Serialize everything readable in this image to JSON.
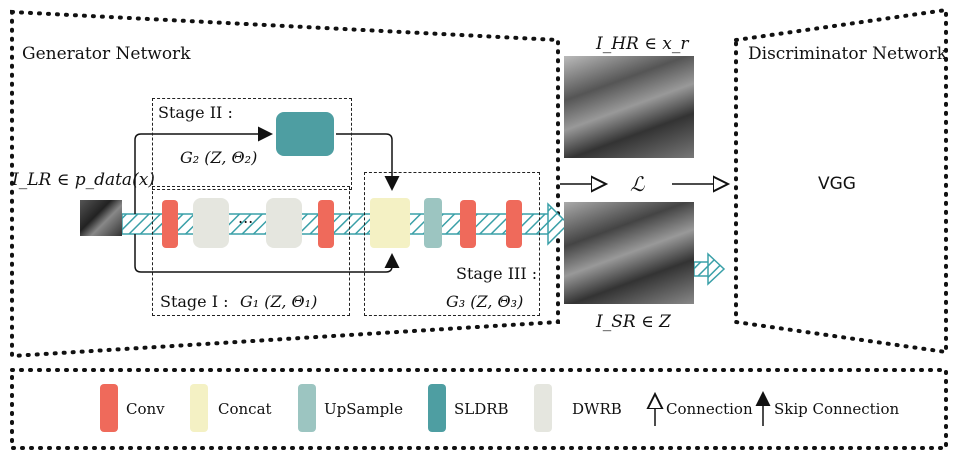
{
  "generator": {
    "title": "Generator Network",
    "input_label": "I_LR ∈ p_data(x)",
    "stage1_label": "Stage I :",
    "stage1_func": "G₁ (Z, Θ₁)",
    "stage2_label": "Stage II :",
    "stage2_func": "G₂ (Z, Θ₂)",
    "stage3_label": "Stage III :",
    "stage3_func": "G₃ (Z, Θ₃)",
    "ellipsis": "..."
  },
  "middle": {
    "hr_label": "I_HR ∈ x_r",
    "sr_label": "I_SR ∈ Z",
    "loss_symbol": "ℒ"
  },
  "discriminator": {
    "title": "Discriminator Network",
    "inner": "VGG"
  },
  "legend": {
    "items": [
      {
        "label": "Conv",
        "color": "#ef6a5b"
      },
      {
        "label": "Concat",
        "color": "#f4f1c4"
      },
      {
        "label": "UpSample",
        "color": "#9cc5c1"
      },
      {
        "label": "SLDRB",
        "color": "#4e9ea2"
      },
      {
        "label": "DWRB",
        "color": "#e5e6df"
      }
    ],
    "connection_label": "Connection",
    "skip_label": "Skip Connection"
  }
}
